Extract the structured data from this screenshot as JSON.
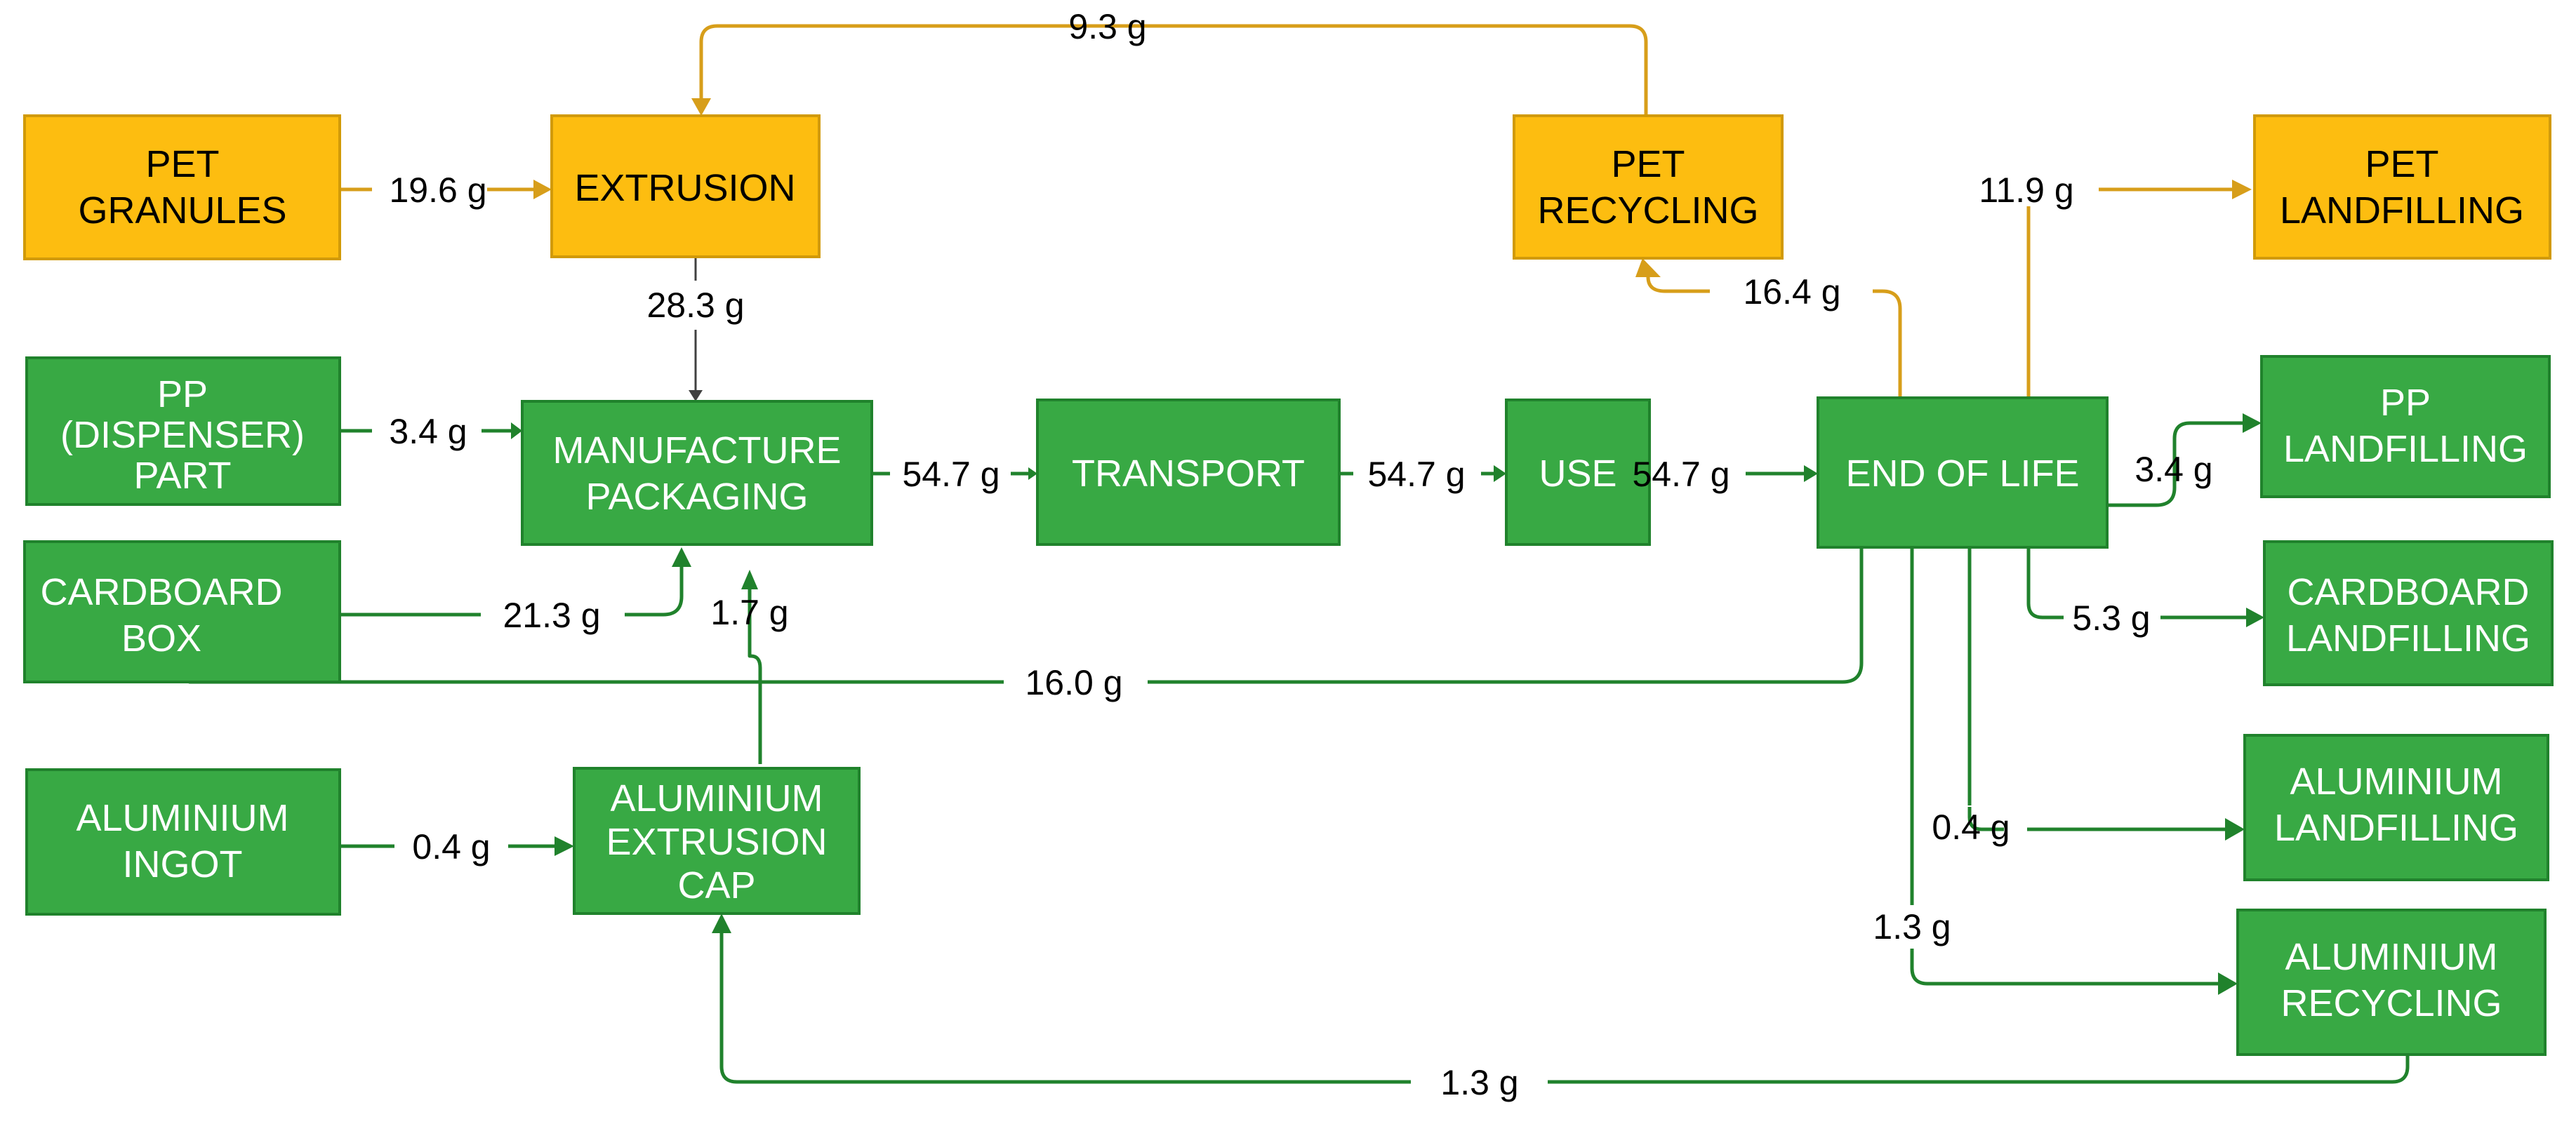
{
  "colors": {
    "pet_fill": "#FDBD10",
    "pet_stroke": "#D19A08",
    "pet_flow": "#D79E1A",
    "green_fill": "#38A944",
    "green_stroke": "#20822C",
    "green_flow": "#20822C",
    "gray_flow": "#404040",
    "box_text_pet": "#000000",
    "box_text_green": "#FFFFFF"
  },
  "boxes": {
    "pet_granules": [
      "PET",
      "GRANULES"
    ],
    "extrusion": [
      "EXTRUSION"
    ],
    "pet_recycling": [
      "PET",
      "RECYCLING"
    ],
    "pet_landfilling": [
      "PET",
      "LANDFILLING"
    ],
    "pp_part": [
      "PP",
      "(DISPENSER)",
      "PART"
    ],
    "manufacture": [
      "MANUFACTURE",
      "PACKAGING"
    ],
    "transport": [
      "TRANSPORT"
    ],
    "use": [
      "USE"
    ],
    "end_of_life": [
      "END OF LIFE"
    ],
    "pp_landfilling": [
      "PP",
      "LANDFILLING"
    ],
    "cardboard_box": [
      "CARDBOARD",
      "BOX"
    ],
    "cardboard_landfilling": [
      "CARDBOARD",
      "LANDFILLING"
    ],
    "aluminium_ingot": [
      "ALUMINIUM",
      "INGOT"
    ],
    "aluminium_cap": [
      "ALUMINIUM",
      "EXTRUSION",
      "CAP"
    ],
    "aluminium_landfilling": [
      "ALUMINIUM",
      "LANDFILLING"
    ],
    "aluminium_recycling": [
      "ALUMINIUM",
      "RECYCLING"
    ]
  },
  "flows": {
    "recycled_pet": "9.3 g",
    "granules_to_extrusion": "19.6 g",
    "extrusion_to_manufacture": "28.3 g",
    "eol_to_pet_recycling": "16.4 g",
    "eol_to_pet_landfilling": "11.9 g",
    "pp_to_manufacture": "3.4 g",
    "manufacture_to_transport": "54.7 g",
    "transport_to_use": "54.7 g",
    "use_to_eol": "54.7 g",
    "eol_to_pp_landfilling": "3.4 g",
    "cardboard_to_manufacture": "21.3 g",
    "cap_to_manufacture": "1.7 g",
    "eol_to_cardboard_box": "16.0 g",
    "eol_to_cardboard_landfilling": "5.3 g",
    "ingot_to_cap": "0.4 g",
    "eol_to_aluminium_landfilling": "0.4 g",
    "eol_to_aluminium_recycling": "1.3 g",
    "aluminium_recycling_to_cap": "1.3 g"
  }
}
